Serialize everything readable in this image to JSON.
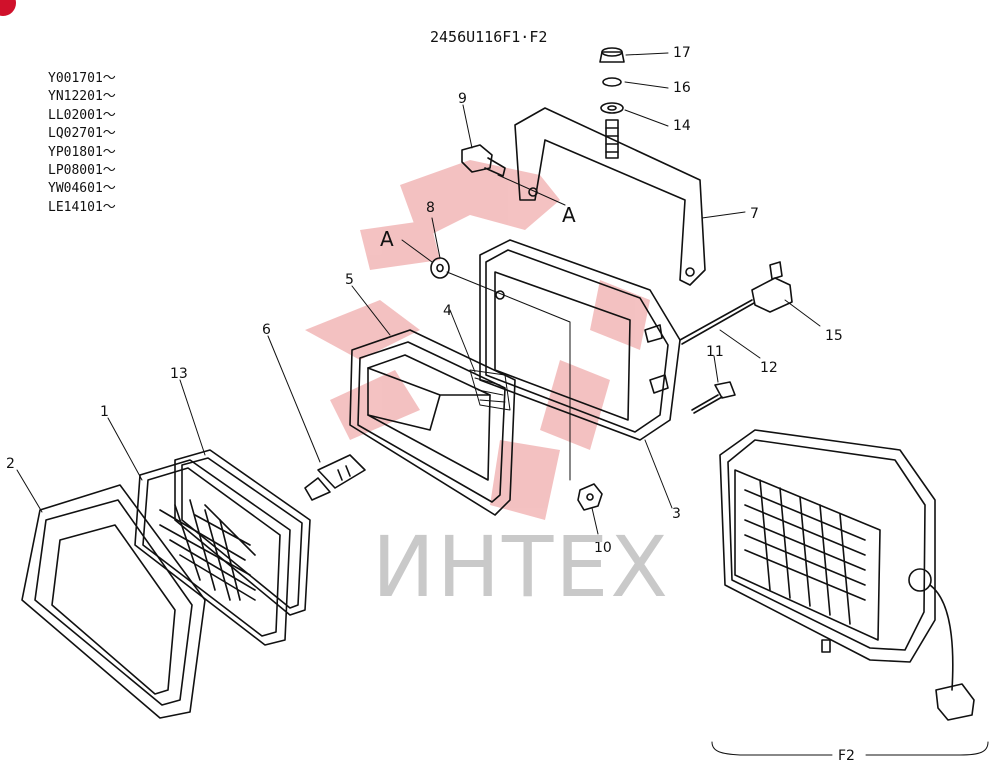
{
  "diagram": {
    "drawing_code": "2456U116F1·F2",
    "serial_ranges": [
      "Y001701～",
      "YN12201～",
      "LL02001～",
      "LQ02701～",
      "YP01801～",
      "LP08001～",
      "YW04601～",
      "LE14101～"
    ],
    "part_numbers": {
      "p1": "1",
      "p2": "2",
      "p3": "3",
      "p4": "4",
      "p5": "5",
      "p6": "6",
      "p7": "7",
      "p8": "8",
      "p9": "9",
      "p10": "10",
      "p11": "11",
      "p12": "12",
      "p13": "13",
      "p14": "14",
      "p15": "15",
      "p16": "16",
      "p17": "17"
    },
    "ref_marks": {
      "a1": "A",
      "a2": "A"
    },
    "assembly_label": "F2",
    "watermark": "ИНТЕХ"
  },
  "colors": {
    "line": "#111111",
    "watermark_red": "#f2b7b7",
    "watermark_gray": "#c9c9c9",
    "badge": "#d0112b"
  }
}
